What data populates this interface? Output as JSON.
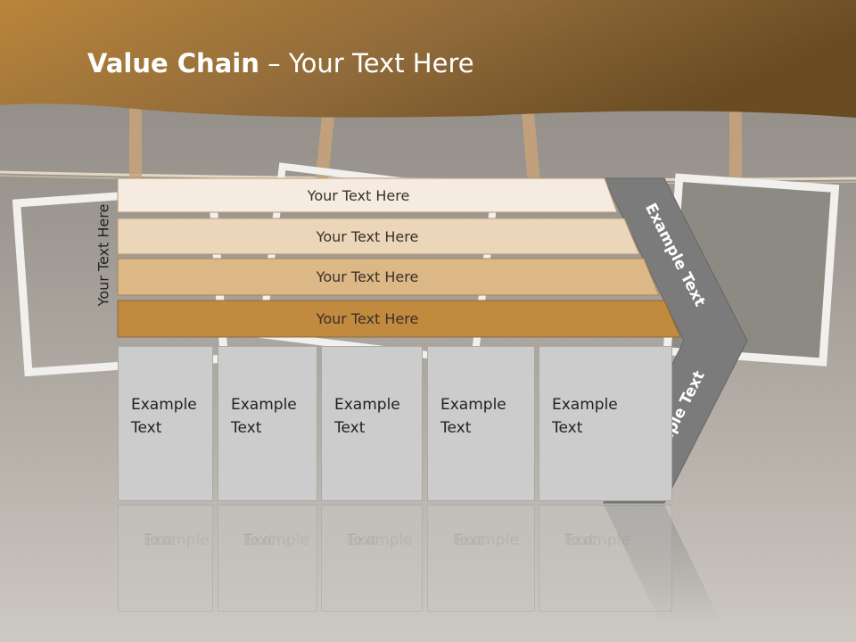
{
  "slide": {
    "title_bold": "Value Chain",
    "title_rest": " – Your Text Here"
  },
  "side_label": "Your Text Here",
  "bars": [
    {
      "label": "Your Text Here",
      "color": "#f6ebe0"
    },
    {
      "label": "Your Text Here",
      "color": "#ecd6b9"
    },
    {
      "label": "Your Text Here",
      "color": "#dcb886"
    },
    {
      "label": "Your Text Here",
      "color": "#c28a3e"
    }
  ],
  "boxes": [
    {
      "line1": "Example",
      "line2": "Text"
    },
    {
      "line1": "Example",
      "line2": "Text"
    },
    {
      "line1": "Example",
      "line2": "Text"
    },
    {
      "line1": "Example",
      "line2": "Text"
    },
    {
      "line1": "Example",
      "line2": "Text"
    }
  ],
  "chevron": {
    "upper_label": "Example Text",
    "lower_label": "Example Text",
    "color": "#7b7b7b"
  },
  "colors": {
    "banner_dark": "#6a4b22",
    "banner_light": "#b9853b",
    "box_fill": "#cccccc"
  }
}
